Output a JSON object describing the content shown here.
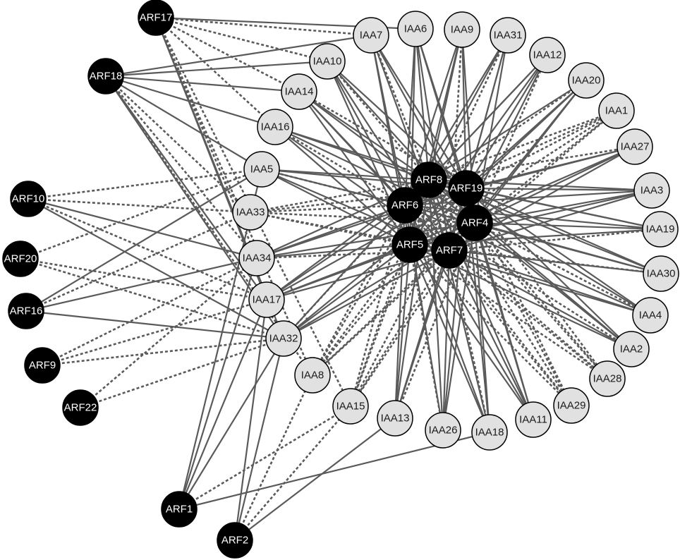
{
  "nodes": [
    {
      "id": "ARF17",
      "label": "ARF17",
      "group": "ARF"
    },
    {
      "id": "ARF18",
      "label": "ARF18",
      "group": "ARF"
    },
    {
      "id": "ARF10",
      "label": "ARF10",
      "group": "ARF"
    },
    {
      "id": "ARF20",
      "label": "ARF20",
      "group": "ARF"
    },
    {
      "id": "ARF16",
      "label": "ARF16",
      "group": "ARF"
    },
    {
      "id": "ARF9",
      "label": "ARF9",
      "group": "ARF"
    },
    {
      "id": "ARF22",
      "label": "ARF22",
      "group": "ARF"
    },
    {
      "id": "ARF1",
      "label": "ARF1",
      "group": "ARF"
    },
    {
      "id": "ARF2",
      "label": "ARF2",
      "group": "ARF"
    },
    {
      "id": "ARF8",
      "label": "ARF8",
      "group": "ARF"
    },
    {
      "id": "ARF19",
      "label": "ARF19",
      "group": "ARF"
    },
    {
      "id": "ARF6",
      "label": "ARF6",
      "group": "ARF"
    },
    {
      "id": "ARF4",
      "label": "ARF4",
      "group": "ARF"
    },
    {
      "id": "ARF5",
      "label": "ARF5",
      "group": "ARF"
    },
    {
      "id": "ARF7",
      "label": "ARF7",
      "group": "ARF"
    },
    {
      "id": "IAA7",
      "label": "IAA7",
      "group": "IAA"
    },
    {
      "id": "IAA6",
      "label": "IAA6",
      "group": "IAA"
    },
    {
      "id": "IAA9",
      "label": "IAA9",
      "group": "IAA"
    },
    {
      "id": "IAA31",
      "label": "IAA31",
      "group": "IAA"
    },
    {
      "id": "IAA12",
      "label": "IAA12",
      "group": "IAA"
    },
    {
      "id": "IAA20",
      "label": "IAA20",
      "group": "IAA"
    },
    {
      "id": "IAA1",
      "label": "IAA1",
      "group": "IAA"
    },
    {
      "id": "IAA27",
      "label": "IAA27",
      "group": "IAA"
    },
    {
      "id": "IAA3",
      "label": "IAA3",
      "group": "IAA"
    },
    {
      "id": "IAA19",
      "label": "IAA19",
      "group": "IAA"
    },
    {
      "id": "IAA30",
      "label": "IAA30",
      "group": "IAA"
    },
    {
      "id": "IAA4",
      "label": "IAA4",
      "group": "IAA"
    },
    {
      "id": "IAA2",
      "label": "IAA2",
      "group": "IAA"
    },
    {
      "id": "IAA28",
      "label": "IAA28",
      "group": "IAA"
    },
    {
      "id": "IAA29",
      "label": "IAA29",
      "group": "IAA"
    },
    {
      "id": "IAA11",
      "label": "IAA11",
      "group": "IAA"
    },
    {
      "id": "IAA18",
      "label": "IAA18",
      "group": "IAA"
    },
    {
      "id": "IAA26",
      "label": "IAA26",
      "group": "IAA"
    },
    {
      "id": "IAA13",
      "label": "IAA13",
      "group": "IAA"
    },
    {
      "id": "IAA15",
      "label": "IAA15",
      "group": "IAA"
    },
    {
      "id": "IAA8",
      "label": "IAA8",
      "group": "IAA"
    },
    {
      "id": "IAA32",
      "label": "IAA32",
      "group": "IAA"
    },
    {
      "id": "IAA17",
      "label": "IAA17",
      "group": "IAA"
    },
    {
      "id": "IAA34",
      "label": "IAA34",
      "group": "IAA"
    },
    {
      "id": "IAA33",
      "label": "IAA33",
      "group": "IAA"
    },
    {
      "id": "IAA5",
      "label": "IAA5",
      "group": "IAA"
    },
    {
      "id": "IAA16",
      "label": "IAA16",
      "group": "IAA"
    },
    {
      "id": "IAA14",
      "label": "IAA14",
      "group": "IAA"
    },
    {
      "id": "IAA10",
      "label": "IAA10",
      "group": "IAA"
    }
  ],
  "colors": {
    "arf_fill": "#000000",
    "iaa_fill": "#e1e1e1",
    "edge": "#5a5a5a"
  }
}
